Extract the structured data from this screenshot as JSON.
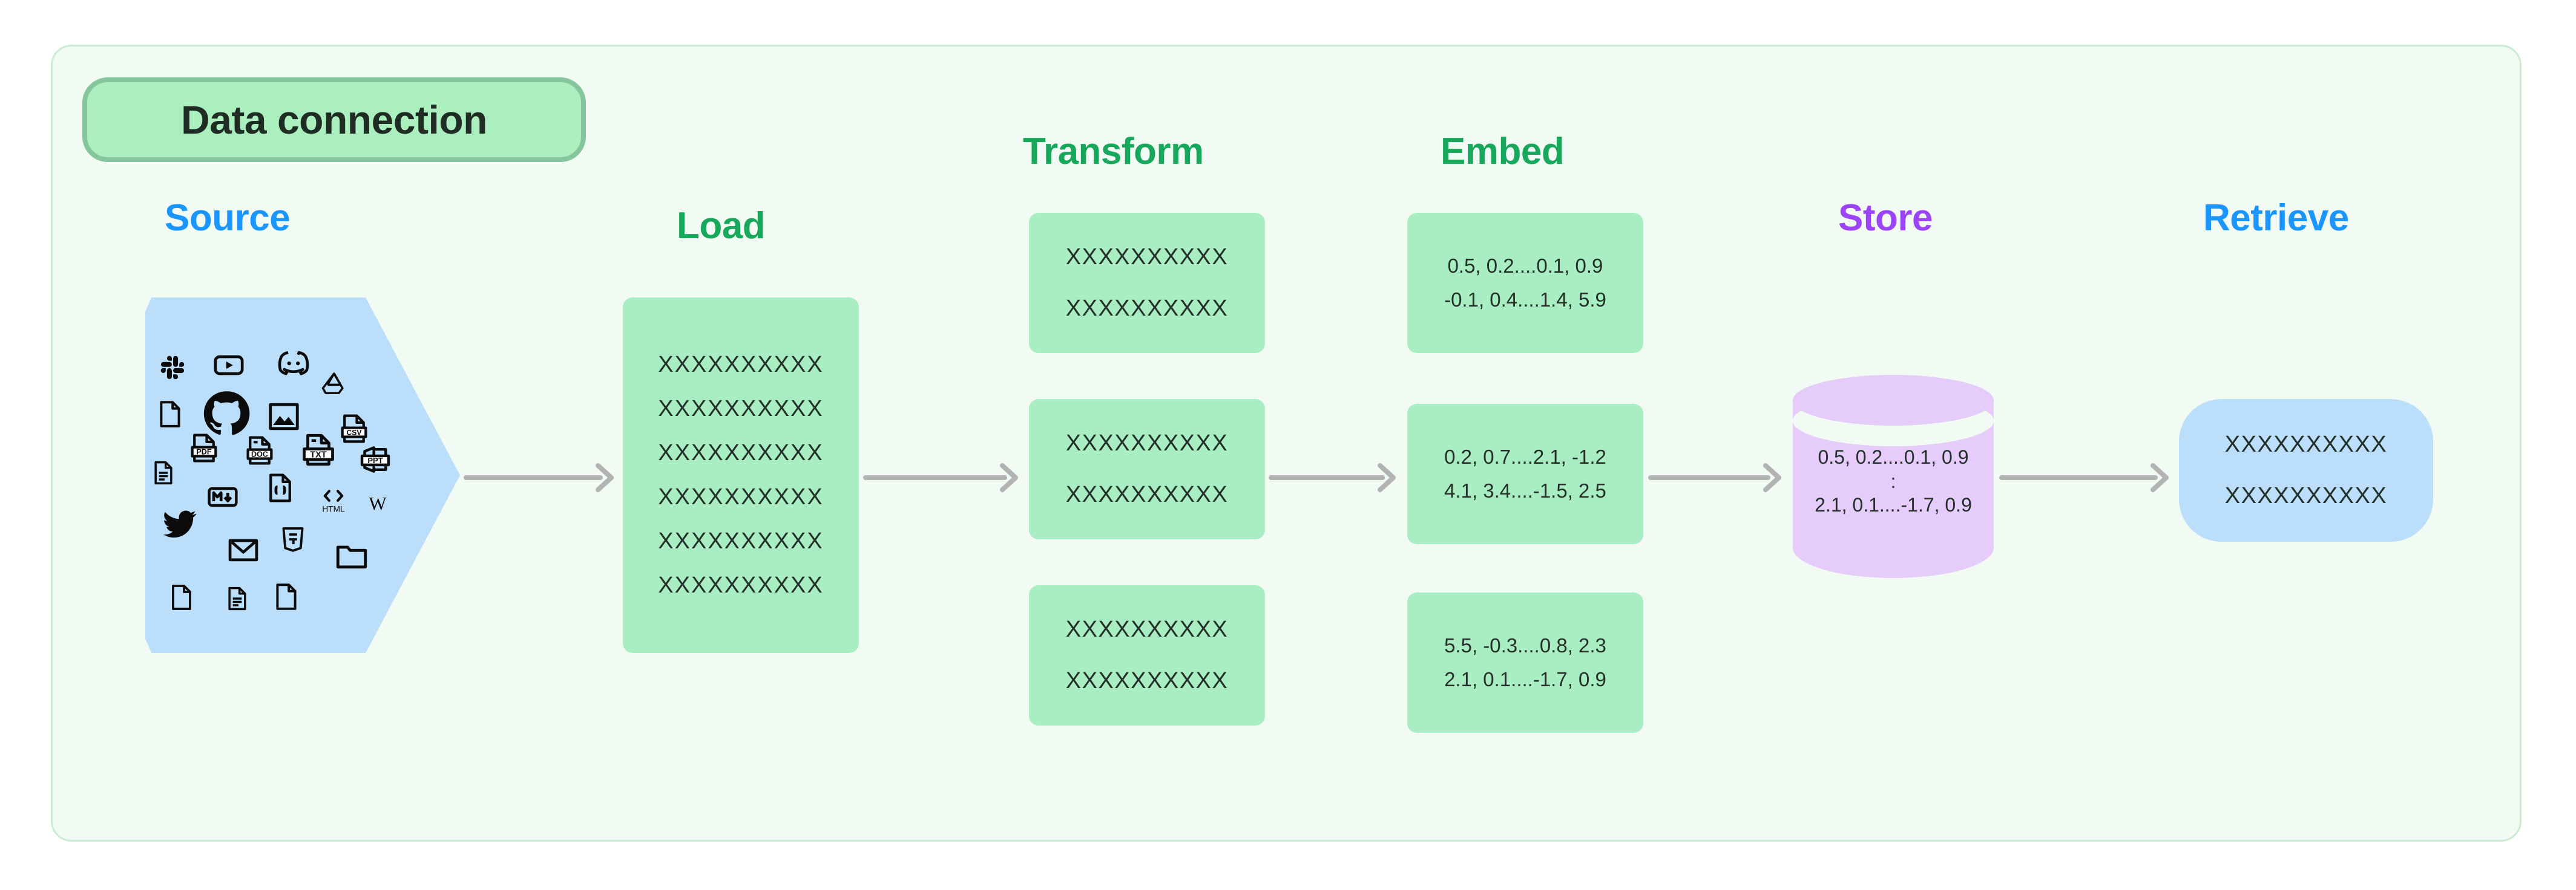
{
  "badge": {
    "label": "Data connection"
  },
  "headings": {
    "source": "Source",
    "load": "Load",
    "transform": "Transform",
    "embed": "Embed",
    "store": "Store",
    "retrieve": "Retrieve"
  },
  "colors": {
    "panel_background": "#f2fbf3",
    "panel_border": "#c9ecd2",
    "badge_fill": "#abefbf",
    "badge_border": "#86c69c",
    "green_box": "#a8eec2",
    "blue_shape": "#bbdefb",
    "purple_cylinder": "#e6ccfb",
    "heading_blue": "#1b95ff",
    "heading_green": "#17a85c",
    "heading_purple": "#9b44fa",
    "arrow_gray": "#b3b3b3",
    "body_text": "#23302a"
  },
  "source": {
    "icons": [
      "slack-icon",
      "youtube-icon",
      "discord-icon",
      "file-blank-icon",
      "github-icon",
      "image-icon",
      "google-drive-icon",
      "file-lines-icon",
      "pdf-file-icon",
      "doc-file-icon",
      "txt-file-icon",
      "csv-file-icon",
      "ppt-file-icon",
      "markdown-icon",
      "json-file-icon",
      "html-icon",
      "wikipedia-icon",
      "twitter-icon",
      "email-icon",
      "css3-icon",
      "folder-icon",
      "file-blank-icon-2",
      "file-lines-icon-2",
      "file-blank-icon-3"
    ]
  },
  "load": {
    "rows": [
      "XXXXXXXXXX",
      "XXXXXXXXXX",
      "XXXXXXXXXX",
      "XXXXXXXXXX",
      "XXXXXXXXXX",
      "XXXXXXXXXX"
    ]
  },
  "transform": {
    "boxes": [
      {
        "rows": [
          "XXXXXXXXXX",
          "XXXXXXXXXX"
        ]
      },
      {
        "rows": [
          "XXXXXXXXXX",
          "XXXXXXXXXX"
        ]
      },
      {
        "rows": [
          "XXXXXXXXXX",
          "XXXXXXXXXX"
        ]
      }
    ]
  },
  "embed": {
    "boxes": [
      {
        "rows": [
          "0.5, 0.2....0.1, 0.9",
          "-0.1, 0.4....1.4, 5.9"
        ]
      },
      {
        "rows": [
          "0.2, 0.7....2.1, -1.2",
          "4.1, 3.4....-1.5, 2.5"
        ]
      },
      {
        "rows": [
          "5.5, -0.3....0.8, 2.3",
          "2.1, 0.1....-1.7, 0.9"
        ]
      }
    ]
  },
  "store": {
    "rows": [
      "0.5, 0.2....0.1, 0.9",
      ":",
      "2.1, 0.1....-1.7, 0.9"
    ]
  },
  "retrieve": {
    "rows": [
      "XXXXXXXXXX",
      "XXXXXXXXXX"
    ]
  },
  "arrows": [
    "arrow-source-to-load",
    "arrow-load-to-transform",
    "arrow-transform-to-embed",
    "arrow-embed-to-store",
    "arrow-store-to-retrieve"
  ]
}
